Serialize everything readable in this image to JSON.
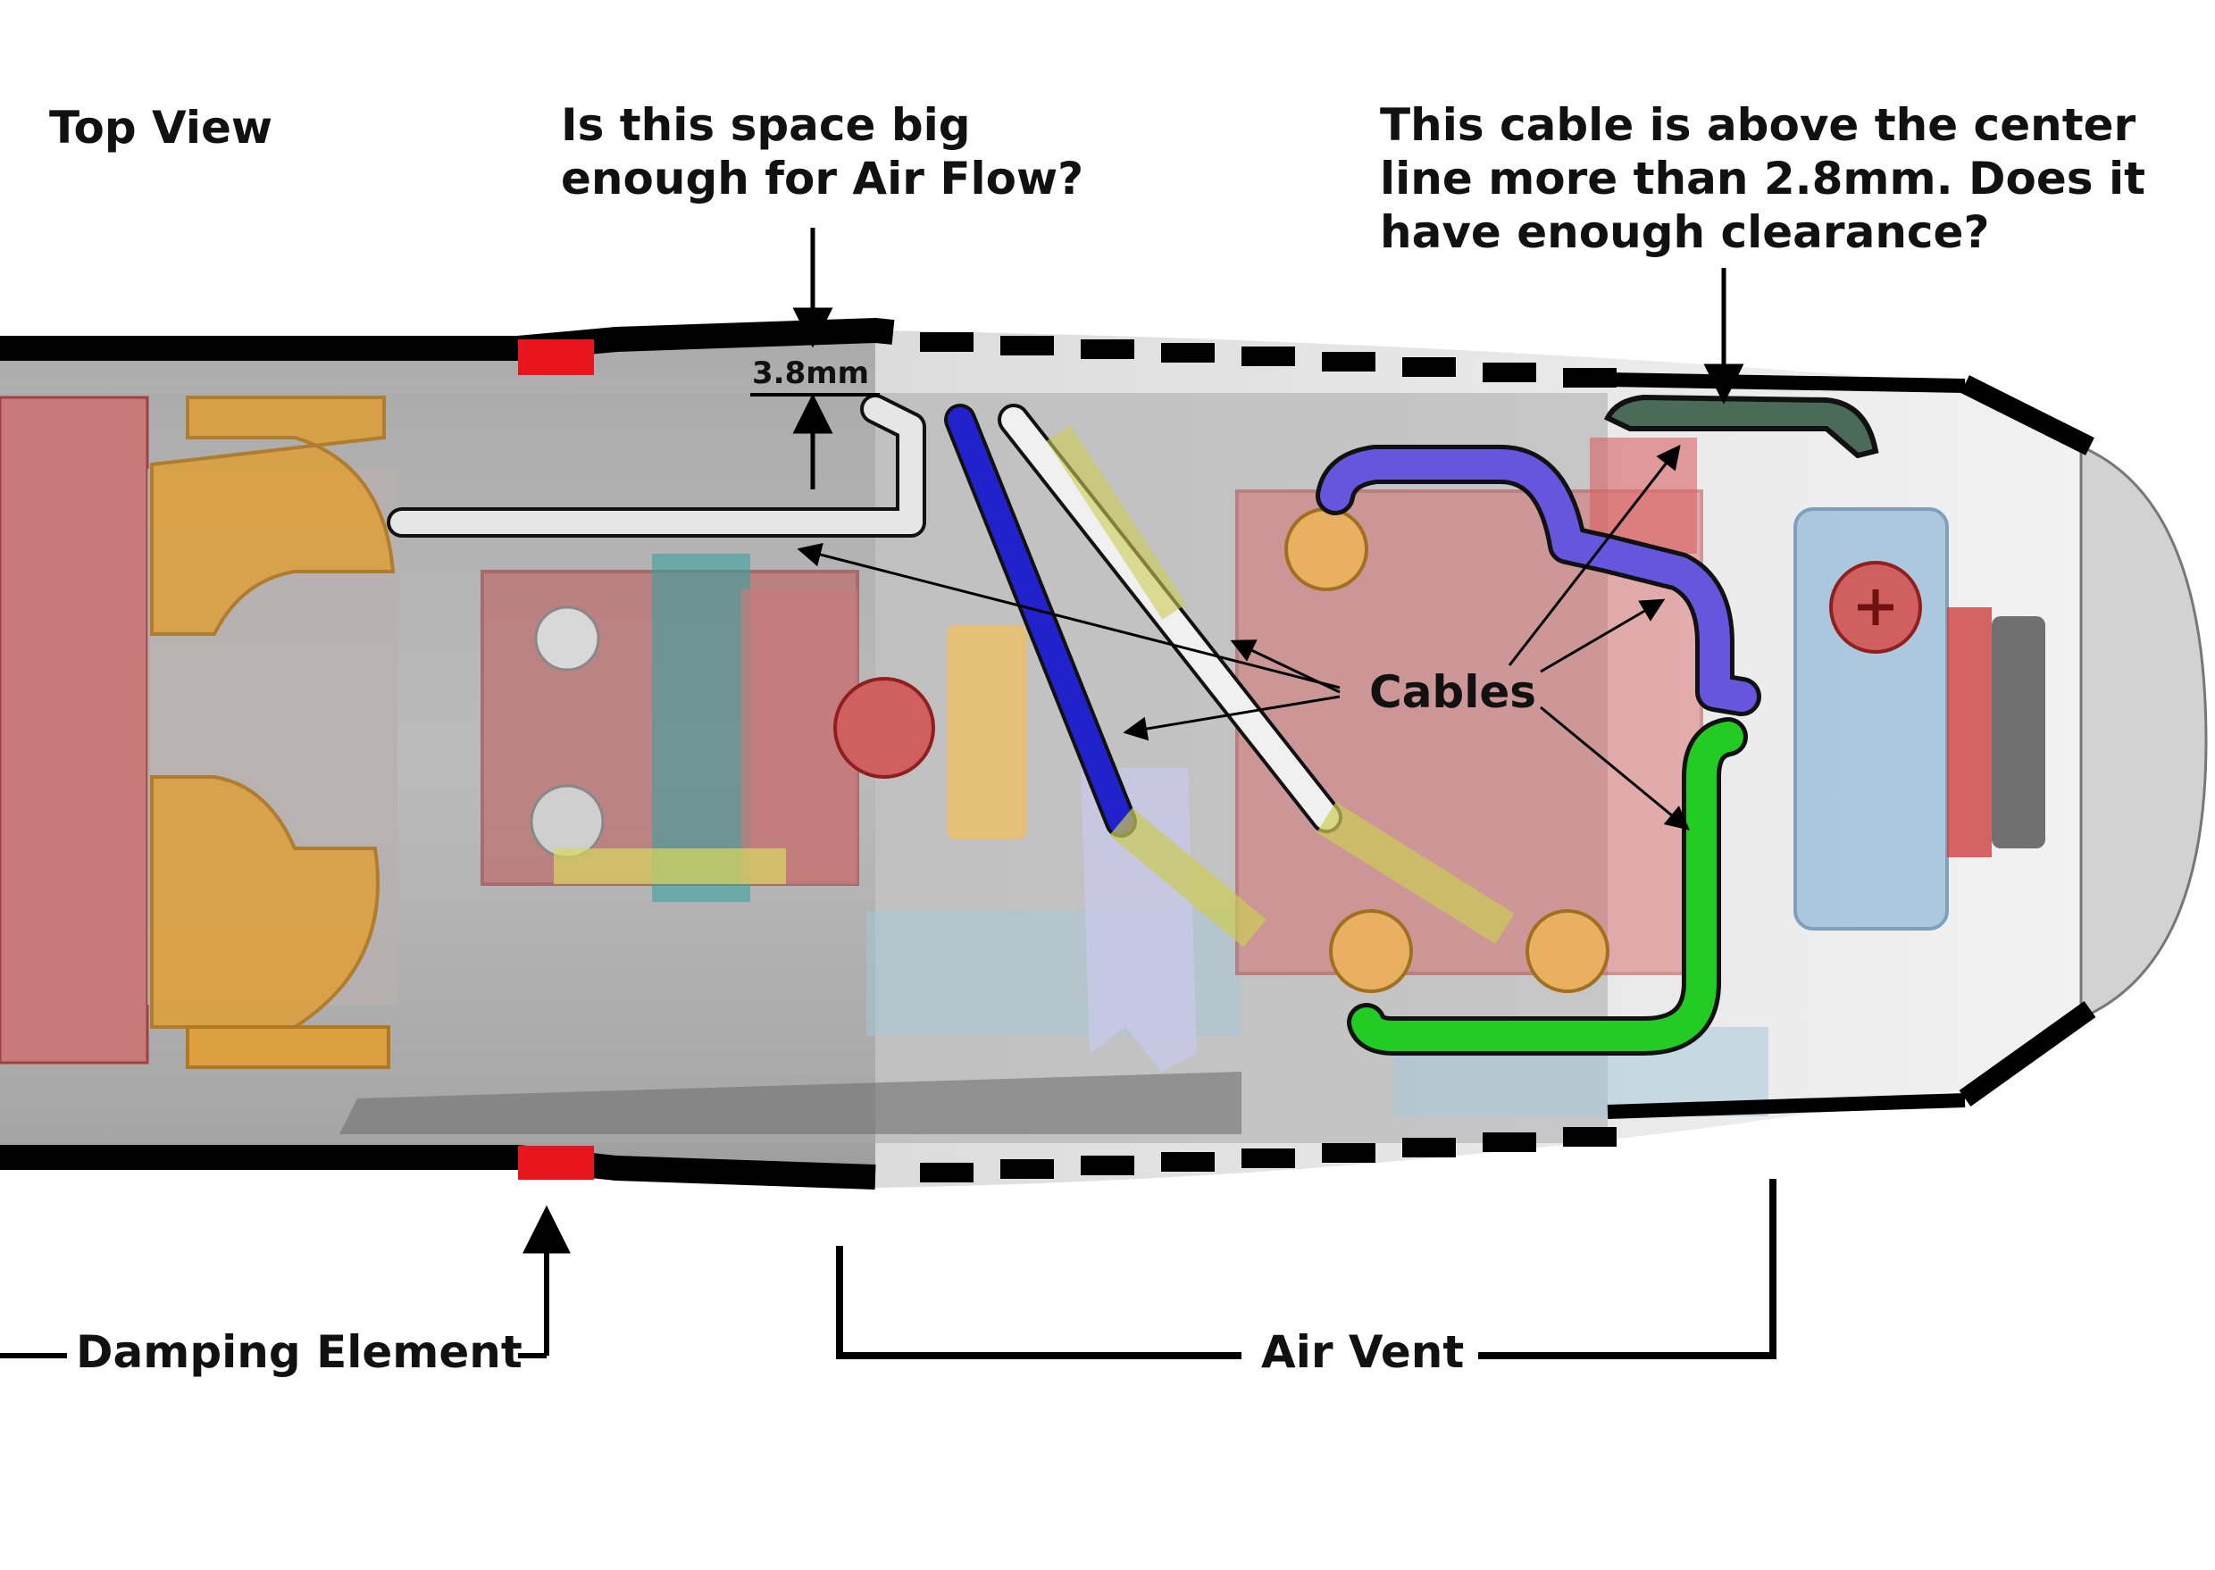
{
  "labels": {
    "top_view": "Top View",
    "airflow_question": "Is this space big\nenough for Air Flow?",
    "clearance_question": "This cable is above the center\nline more than 2.8mm. Does it\nhave enough clearance?",
    "gap_dimension": "3.8mm",
    "cables": "Cables",
    "damping_element": "Damping Element",
    "air_vent": "Air Vent"
  },
  "colors": {
    "housing_outline": "#000000",
    "damping_element": "#e8141c",
    "cable_blue": "#2222cc",
    "cable_white": "#e6e6e6",
    "cable_purple": "#6655dd",
    "cable_green": "#22cc22",
    "cable_top_right": "#4a6b58",
    "motor_red": "#c85a5a",
    "fan_orange": "#e0a030",
    "connector_yellow": "#cccc55",
    "bracket_blue": "#8fb8d8",
    "housing_grey": "#b8b8b8"
  }
}
